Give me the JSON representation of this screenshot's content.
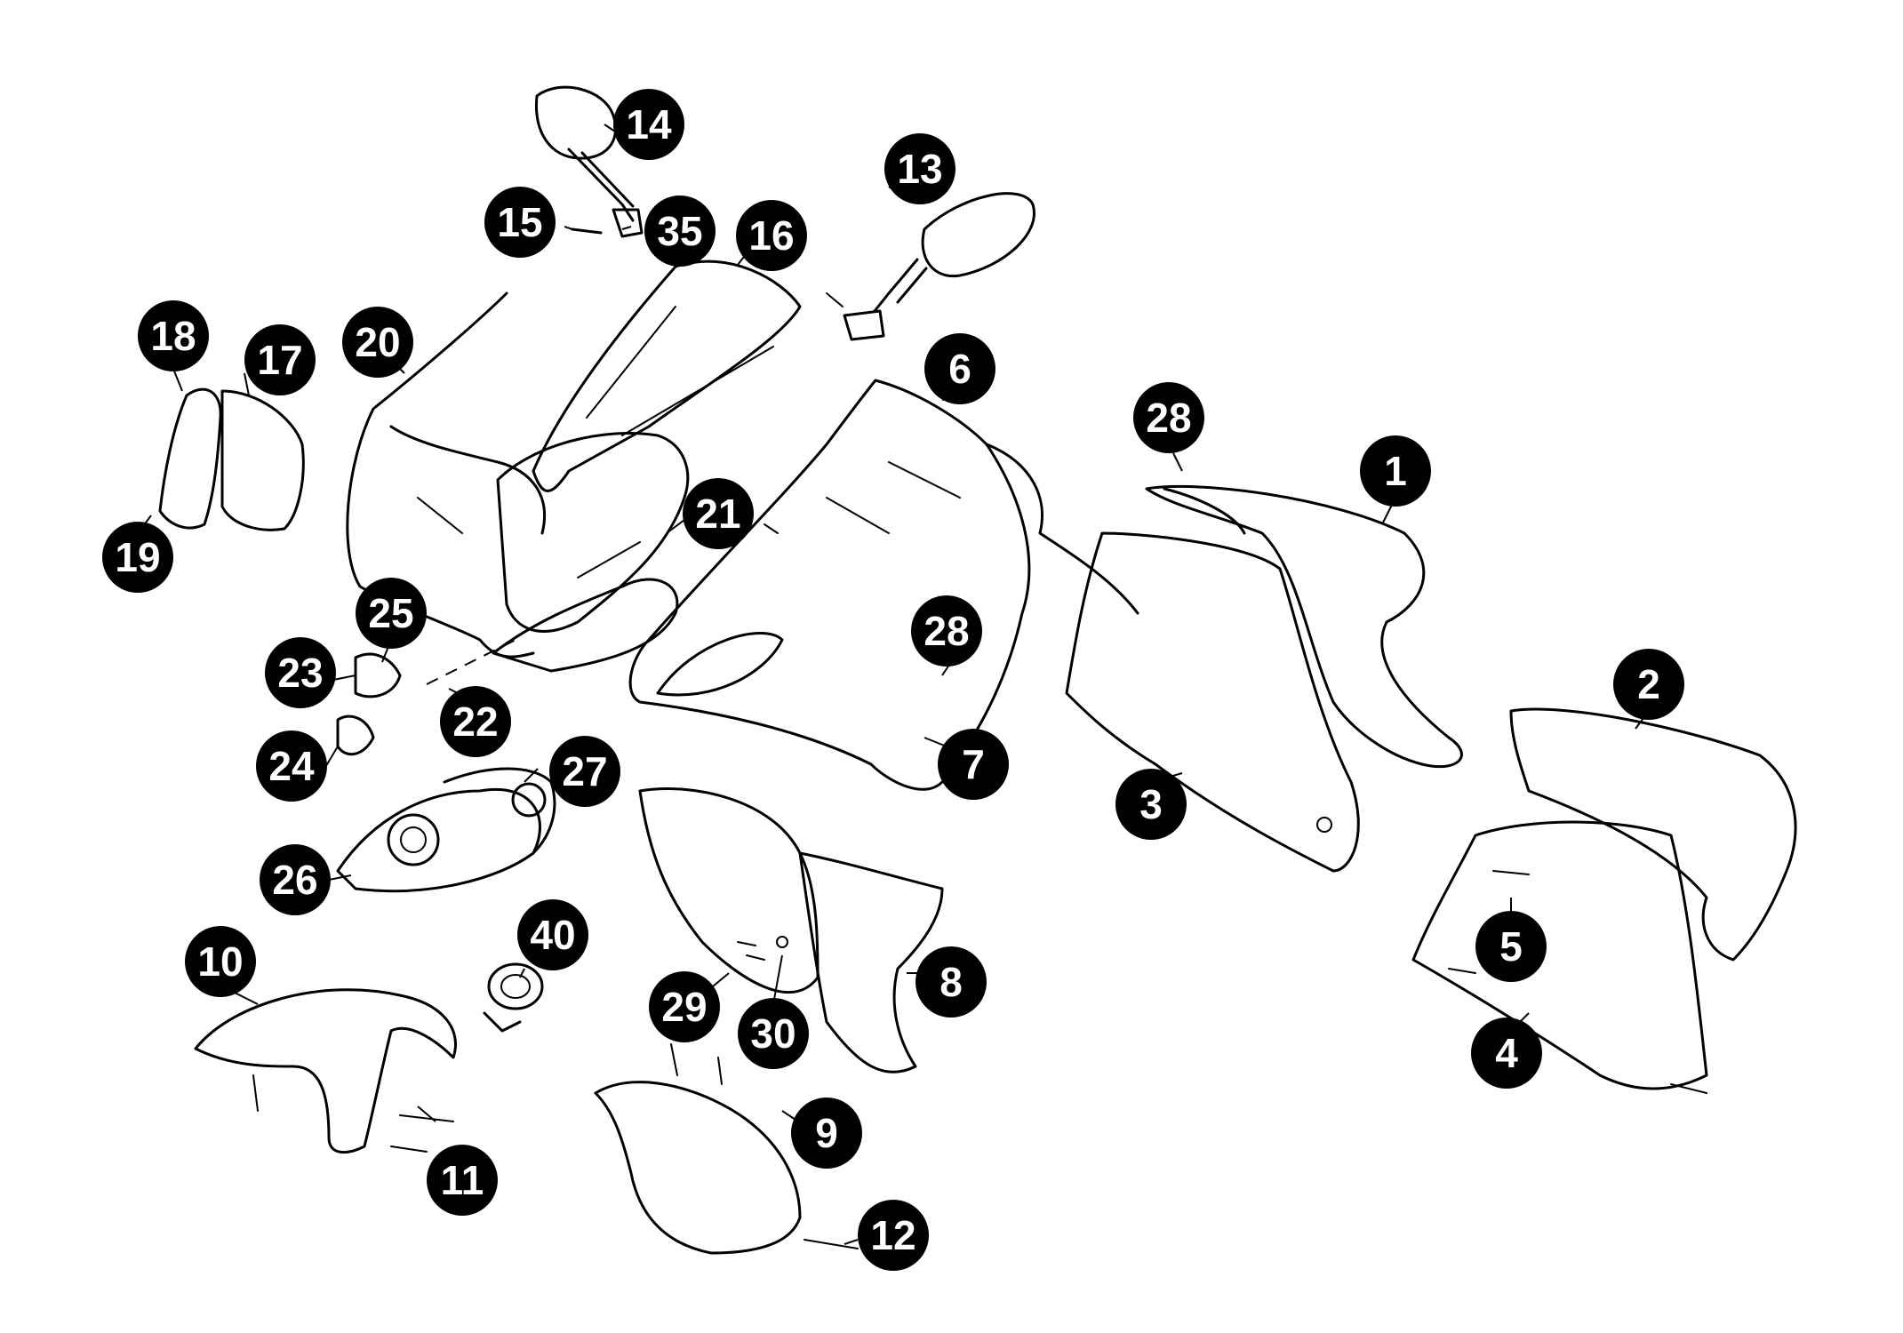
{
  "colors": {
    "background": "#ffffff",
    "ink": "#000000",
    "callout_text": "#ffffff"
  },
  "callouts": [
    {
      "label": "1"
    },
    {
      "label": "2"
    },
    {
      "label": "3"
    },
    {
      "label": "4"
    },
    {
      "label": "5"
    },
    {
      "label": "6"
    },
    {
      "label": "7"
    },
    {
      "label": "8"
    },
    {
      "label": "9"
    },
    {
      "label": "10"
    },
    {
      "label": "11"
    },
    {
      "label": "12"
    },
    {
      "label": "13"
    },
    {
      "label": "14"
    },
    {
      "label": "15"
    },
    {
      "label": "16"
    },
    {
      "label": "17"
    },
    {
      "label": "18"
    },
    {
      "label": "19"
    },
    {
      "label": "20"
    },
    {
      "label": "21"
    },
    {
      "label": "22"
    },
    {
      "label": "23"
    },
    {
      "label": "24"
    },
    {
      "label": "25"
    },
    {
      "label": "26"
    },
    {
      "label": "27"
    },
    {
      "label": "28"
    },
    {
      "label": "28"
    },
    {
      "label": "29"
    },
    {
      "label": "30"
    },
    {
      "label": "35"
    },
    {
      "label": "40"
    }
  ]
}
